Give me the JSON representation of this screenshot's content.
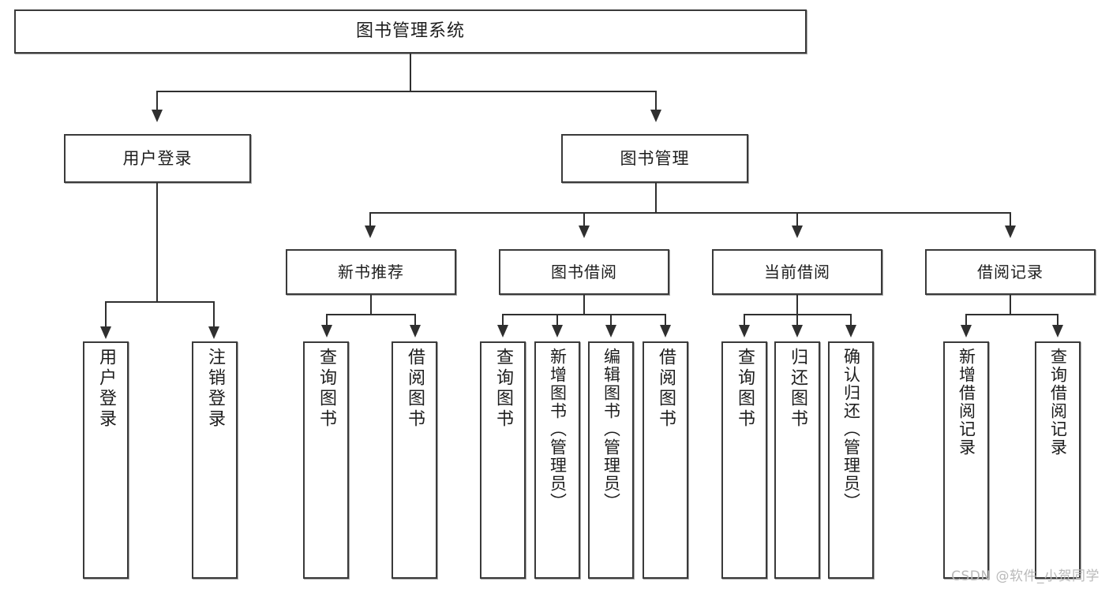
{
  "diagram": {
    "type": "tree-hierarchy",
    "title": "图书管理系统",
    "watermark": "CSDN @软件_小贺同学",
    "colors": {
      "background": "#ffffff",
      "box_border": "#3a3a3a",
      "line": "#2f2f2f",
      "text": "#1d1d1d",
      "watermark": "#b9b9b9"
    },
    "root": {
      "label": "图书管理系统"
    },
    "level2": [
      {
        "id": "user-login",
        "label": "用户登录"
      },
      {
        "id": "book-management",
        "label": "图书管理"
      }
    ],
    "level3": [
      {
        "id": "new-book-recommend",
        "label": "新书推荐"
      },
      {
        "id": "book-borrow",
        "label": "图书借阅"
      },
      {
        "id": "current-borrow",
        "label": "当前借阅"
      },
      {
        "id": "borrow-record",
        "label": "借阅记录"
      }
    ],
    "leaves": [
      {
        "id": "leaf-user-login",
        "parent": "user-login",
        "label": "用户登录"
      },
      {
        "id": "leaf-logout-login",
        "parent": "user-login",
        "label": "注销登录"
      },
      {
        "id": "leaf-query-book-1",
        "parent": "new-book-recommend",
        "label": "查询图书"
      },
      {
        "id": "leaf-borrow-book-1",
        "parent": "new-book-recommend",
        "label": "借阅图书"
      },
      {
        "id": "leaf-query-book-2",
        "parent": "book-borrow",
        "label": "查询图书"
      },
      {
        "id": "leaf-add-book",
        "parent": "book-borrow",
        "label": "新增图书（管理员）"
      },
      {
        "id": "leaf-edit-book",
        "parent": "book-borrow",
        "label": "编辑图书（管理员）"
      },
      {
        "id": "leaf-borrow-book-2",
        "parent": "book-borrow",
        "label": "借阅图书"
      },
      {
        "id": "leaf-query-book-3",
        "parent": "current-borrow",
        "label": "查询图书"
      },
      {
        "id": "leaf-return-book",
        "parent": "current-borrow",
        "label": "归还图书"
      },
      {
        "id": "leaf-confirm-return",
        "parent": "current-borrow",
        "label": "确认归还（管理员）"
      },
      {
        "id": "leaf-add-borrow-record",
        "parent": "borrow-record",
        "label": "新增借阅记录"
      },
      {
        "id": "leaf-query-borrow-record",
        "parent": "borrow-record",
        "label": "查询借阅记录"
      }
    ]
  }
}
